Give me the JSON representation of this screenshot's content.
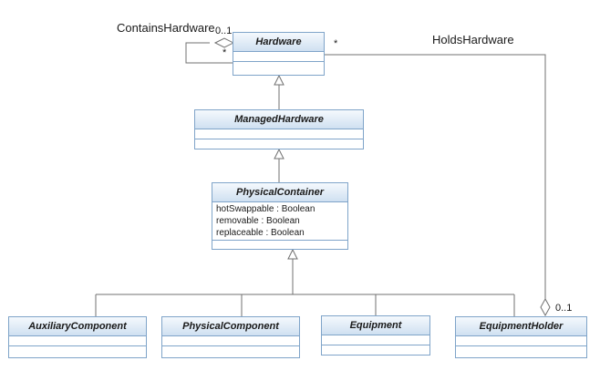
{
  "classes": {
    "hardware": {
      "name": "Hardware"
    },
    "managed_hardware": {
      "name": "ManagedHardware"
    },
    "physical_container": {
      "name": "PhysicalContainer",
      "attributes": [
        "hotSwappable : Boolean",
        "removable : Boolean",
        "replaceable : Boolean"
      ]
    },
    "auxiliary_component": {
      "name": "AuxiliaryComponent"
    },
    "physical_component": {
      "name": "PhysicalComponent"
    },
    "equipment": {
      "name": "Equipment"
    },
    "equipment_holder": {
      "name": "EquipmentHolder"
    }
  },
  "associations": {
    "contains_hardware": {
      "name": "ContainsHardware",
      "mult_aggregate": "0..1",
      "mult_part": "*"
    },
    "holds_hardware": {
      "name": "HoldsHardware",
      "mult_hardware": "*",
      "mult_holder": "0..1"
    }
  }
}
